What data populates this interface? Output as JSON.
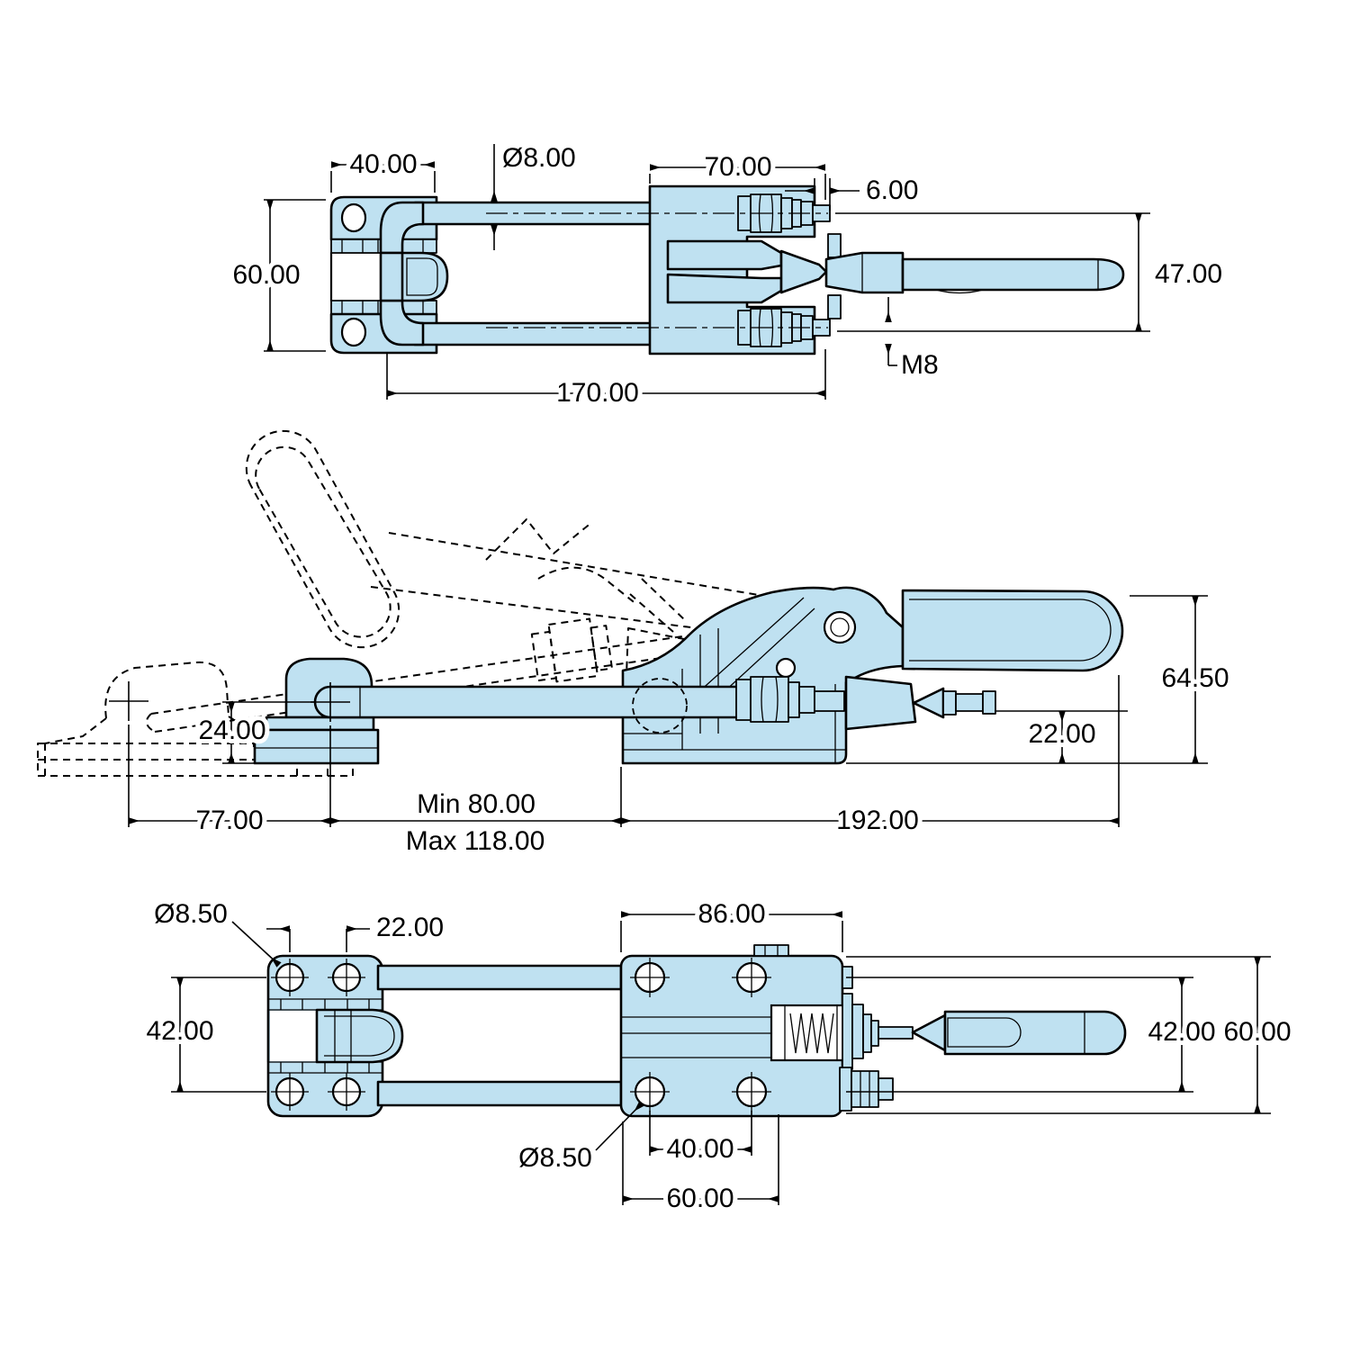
{
  "colors": {
    "part_fill": "#BFE1F1",
    "line": "#000000",
    "background": "#FFFFFF"
  },
  "views": {
    "top": {
      "d40": "40.00",
      "dia8": "Ø8.00",
      "d70": "70.00",
      "d6": "6.00",
      "d60": "60.00",
      "d47": "47.00",
      "d170": "170.00",
      "thread": "M8"
    },
    "side": {
      "d24": "24.00",
      "d77": "77.00",
      "dmin": "Min 80.00",
      "dmax": "Max 118.00",
      "d192": "192.00",
      "d22": "22.00",
      "d645": "64.50"
    },
    "bottom": {
      "dia85_top": "Ø8.50",
      "d22": "22.00",
      "d86": "86.00",
      "d42_left": "42.00",
      "dia85_bottom": "Ø8.50",
      "d40": "40.00",
      "d60_bottom": "60.00",
      "d42_right": "42.00",
      "d60_right": "60.00"
    }
  }
}
